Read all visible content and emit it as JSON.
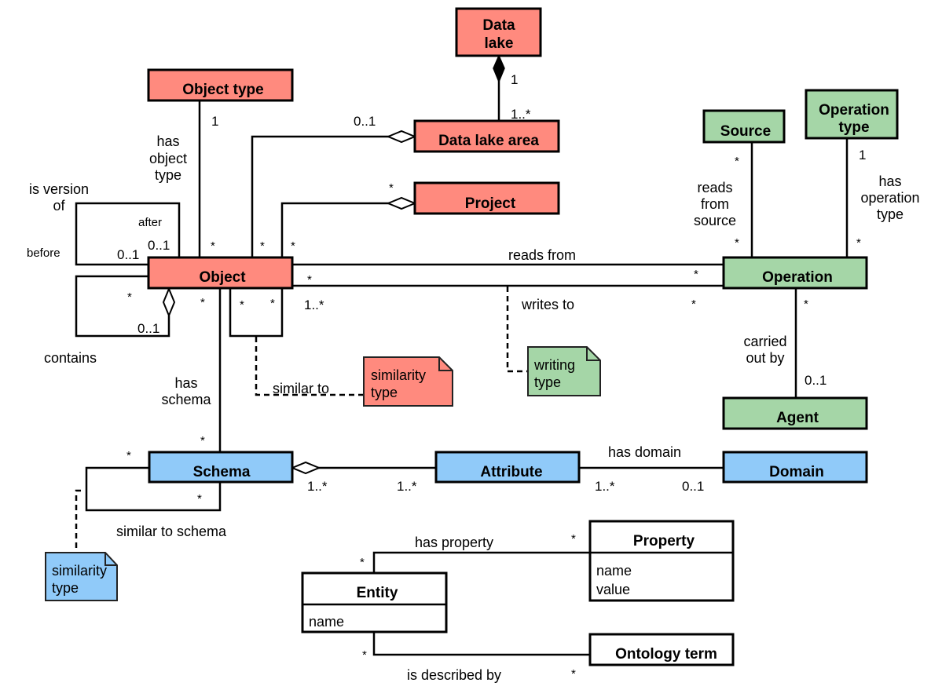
{
  "classes": {
    "data_lake": {
      "line1": "Data",
      "line2": "lake"
    },
    "object_type": "Object type",
    "data_lake_area": "Data lake area",
    "project": "Project",
    "object": "Object",
    "source": "Source",
    "operation_type": {
      "line1": "Operation",
      "line2": "type"
    },
    "operation": "Operation",
    "agent": "Agent",
    "schema": "Schema",
    "attribute": "Attribute",
    "domain": "Domain",
    "property": {
      "title": "Property",
      "attributes": [
        "name",
        "value"
      ]
    },
    "entity": {
      "title": "Entity",
      "attributes": [
        "name"
      ]
    },
    "ontology_term": "Ontology term"
  },
  "notes": {
    "object_similarity": {
      "line1": "similarity",
      "line2": "type"
    },
    "writing": {
      "line1": "writing",
      "line2": "type"
    },
    "schema_similarity": {
      "line1": "similarity",
      "line2": "type"
    }
  },
  "associations": {
    "data_lake_composition": {
      "mult_top": "1",
      "mult_bottom": "1..*"
    },
    "object_in_area": {
      "mult_area": "0..1",
      "mult_object": "*"
    },
    "object_in_project": {
      "mult_project": "*",
      "mult_object": "*"
    },
    "has_object_type": {
      "label_l1": "has",
      "label_l2": "object",
      "label_l3": "type",
      "mult_type": "1",
      "mult_object": "*"
    },
    "is_version_of": {
      "label_l1": "is version",
      "label_l2": "of",
      "role_after": "after",
      "role_before": "before",
      "mult_after": "0..1",
      "mult_before": "0..1"
    },
    "contains": {
      "label": "contains",
      "mult_part": "*",
      "mult_whole": "0..1"
    },
    "similar_to": {
      "label": "similar to",
      "mult_a": "*",
      "mult_b": "*"
    },
    "reads_from": {
      "label": "reads from",
      "mult_object": "*",
      "mult_operation": "*"
    },
    "writes_to": {
      "label": "writes to",
      "mult_object": "1..*",
      "mult_operation": "*"
    },
    "reads_from_source": {
      "label_l1": "reads",
      "label_l2": "from",
      "label_l3": "source",
      "mult_source": "*",
      "mult_operation": "*"
    },
    "has_operation_type": {
      "label_l1": "has",
      "label_l2": "operation",
      "label_l3": "type",
      "mult_type": "1",
      "mult_operation": "*"
    },
    "carried_out_by": {
      "label_l1": "carried",
      "label_l2": "out by",
      "mult_operation": "*",
      "mult_agent": "0..1"
    },
    "has_schema": {
      "label_l1": "has",
      "label_l2": "schema",
      "mult_object": "*",
      "mult_schema": "*"
    },
    "similar_to_schema": {
      "label": "similar to schema",
      "mult_a": "*",
      "mult_b": "*"
    },
    "schema_attribute": {
      "mult_schema": "1..*",
      "mult_attribute": "1..*"
    },
    "has_domain": {
      "label": "has domain",
      "mult_attribute": "1..*",
      "mult_domain": "0..1"
    },
    "has_property": {
      "label": "has property",
      "mult_entity": "*",
      "mult_property": "*"
    },
    "is_described_by": {
      "label": "is described by",
      "mult_entity": "*",
      "mult_term": "*"
    }
  }
}
